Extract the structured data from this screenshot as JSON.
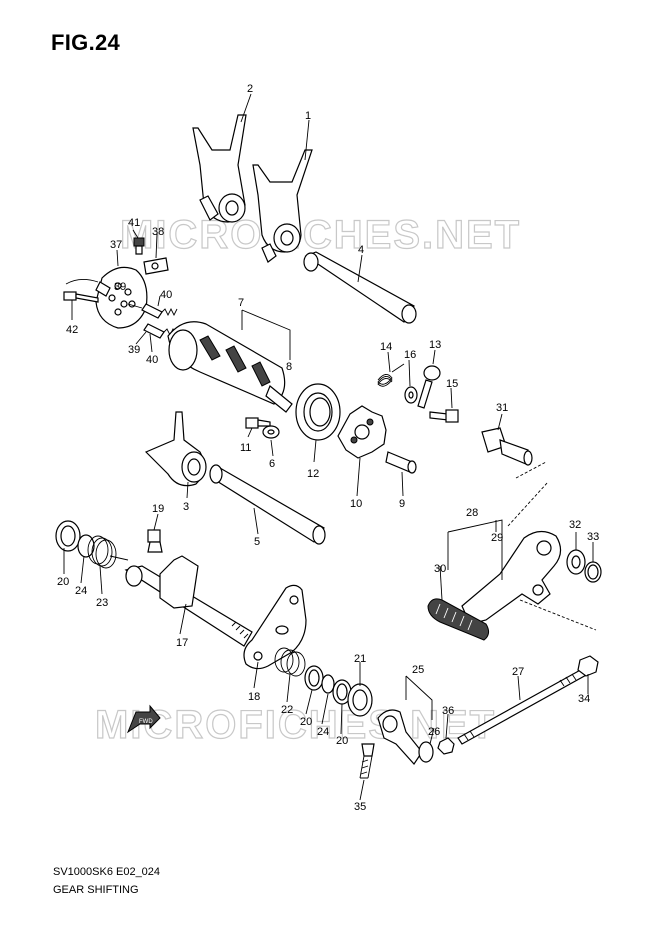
{
  "figure": {
    "title": "FIG.24",
    "code": "SV1000SK6 E02_024",
    "name": "GEAR SHIFTING"
  },
  "watermark": {
    "text": "MICROFICHES.NET"
  },
  "badges": {
    "fwd": "FWD"
  },
  "callouts": [
    "1",
    "2",
    "3",
    "4",
    "5",
    "6",
    "7",
    "8",
    "9",
    "10",
    "11",
    "12",
    "13",
    "14",
    "15",
    "16",
    "17",
    "18",
    "19",
    "20",
    "20",
    "20",
    "21",
    "22",
    "23",
    "24",
    "24",
    "25",
    "26",
    "27",
    "28",
    "29",
    "30",
    "31",
    "32",
    "33",
    "34",
    "35",
    "36",
    "37",
    "38",
    "39",
    "39",
    "40",
    "40",
    "41",
    "42"
  ]
}
